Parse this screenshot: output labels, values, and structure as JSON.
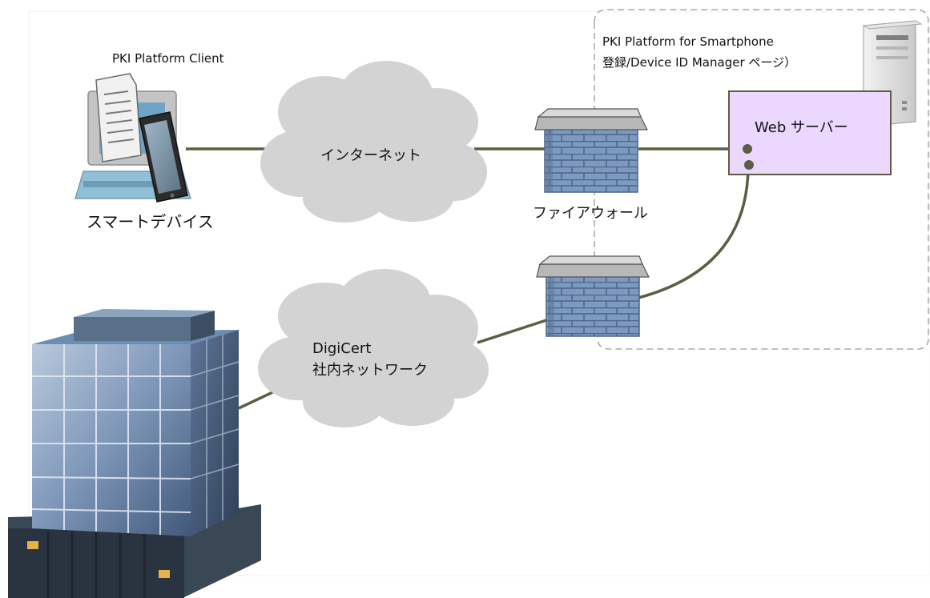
{
  "client": {
    "title": "PKI Platform Client",
    "device_label": "スマートデバイス"
  },
  "internet": {
    "label": "インターネット"
  },
  "firewall": {
    "label": "ファイアウォール"
  },
  "platform": {
    "title_line1": "PKI Platform for Smartphone",
    "title_line2": "登録/Device ID Manager ページ）"
  },
  "web_server": {
    "label": "Web サーバー"
  },
  "corporate_network": {
    "label_line1": "DigiCert",
    "label_line2": "社内ネットワーク"
  },
  "colors": {
    "link_line": "#5c5e44",
    "cloud_fill": "#d3d3d3",
    "firewall_brick": "#7c99c0",
    "firewall_cap": "#b7b7b7",
    "web_server_fill": "#ecd8ff",
    "web_server_border": "#5c5e44",
    "platform_border": "#999999",
    "building_glass": "#7a93b4",
    "building_base": "#3a4754"
  }
}
